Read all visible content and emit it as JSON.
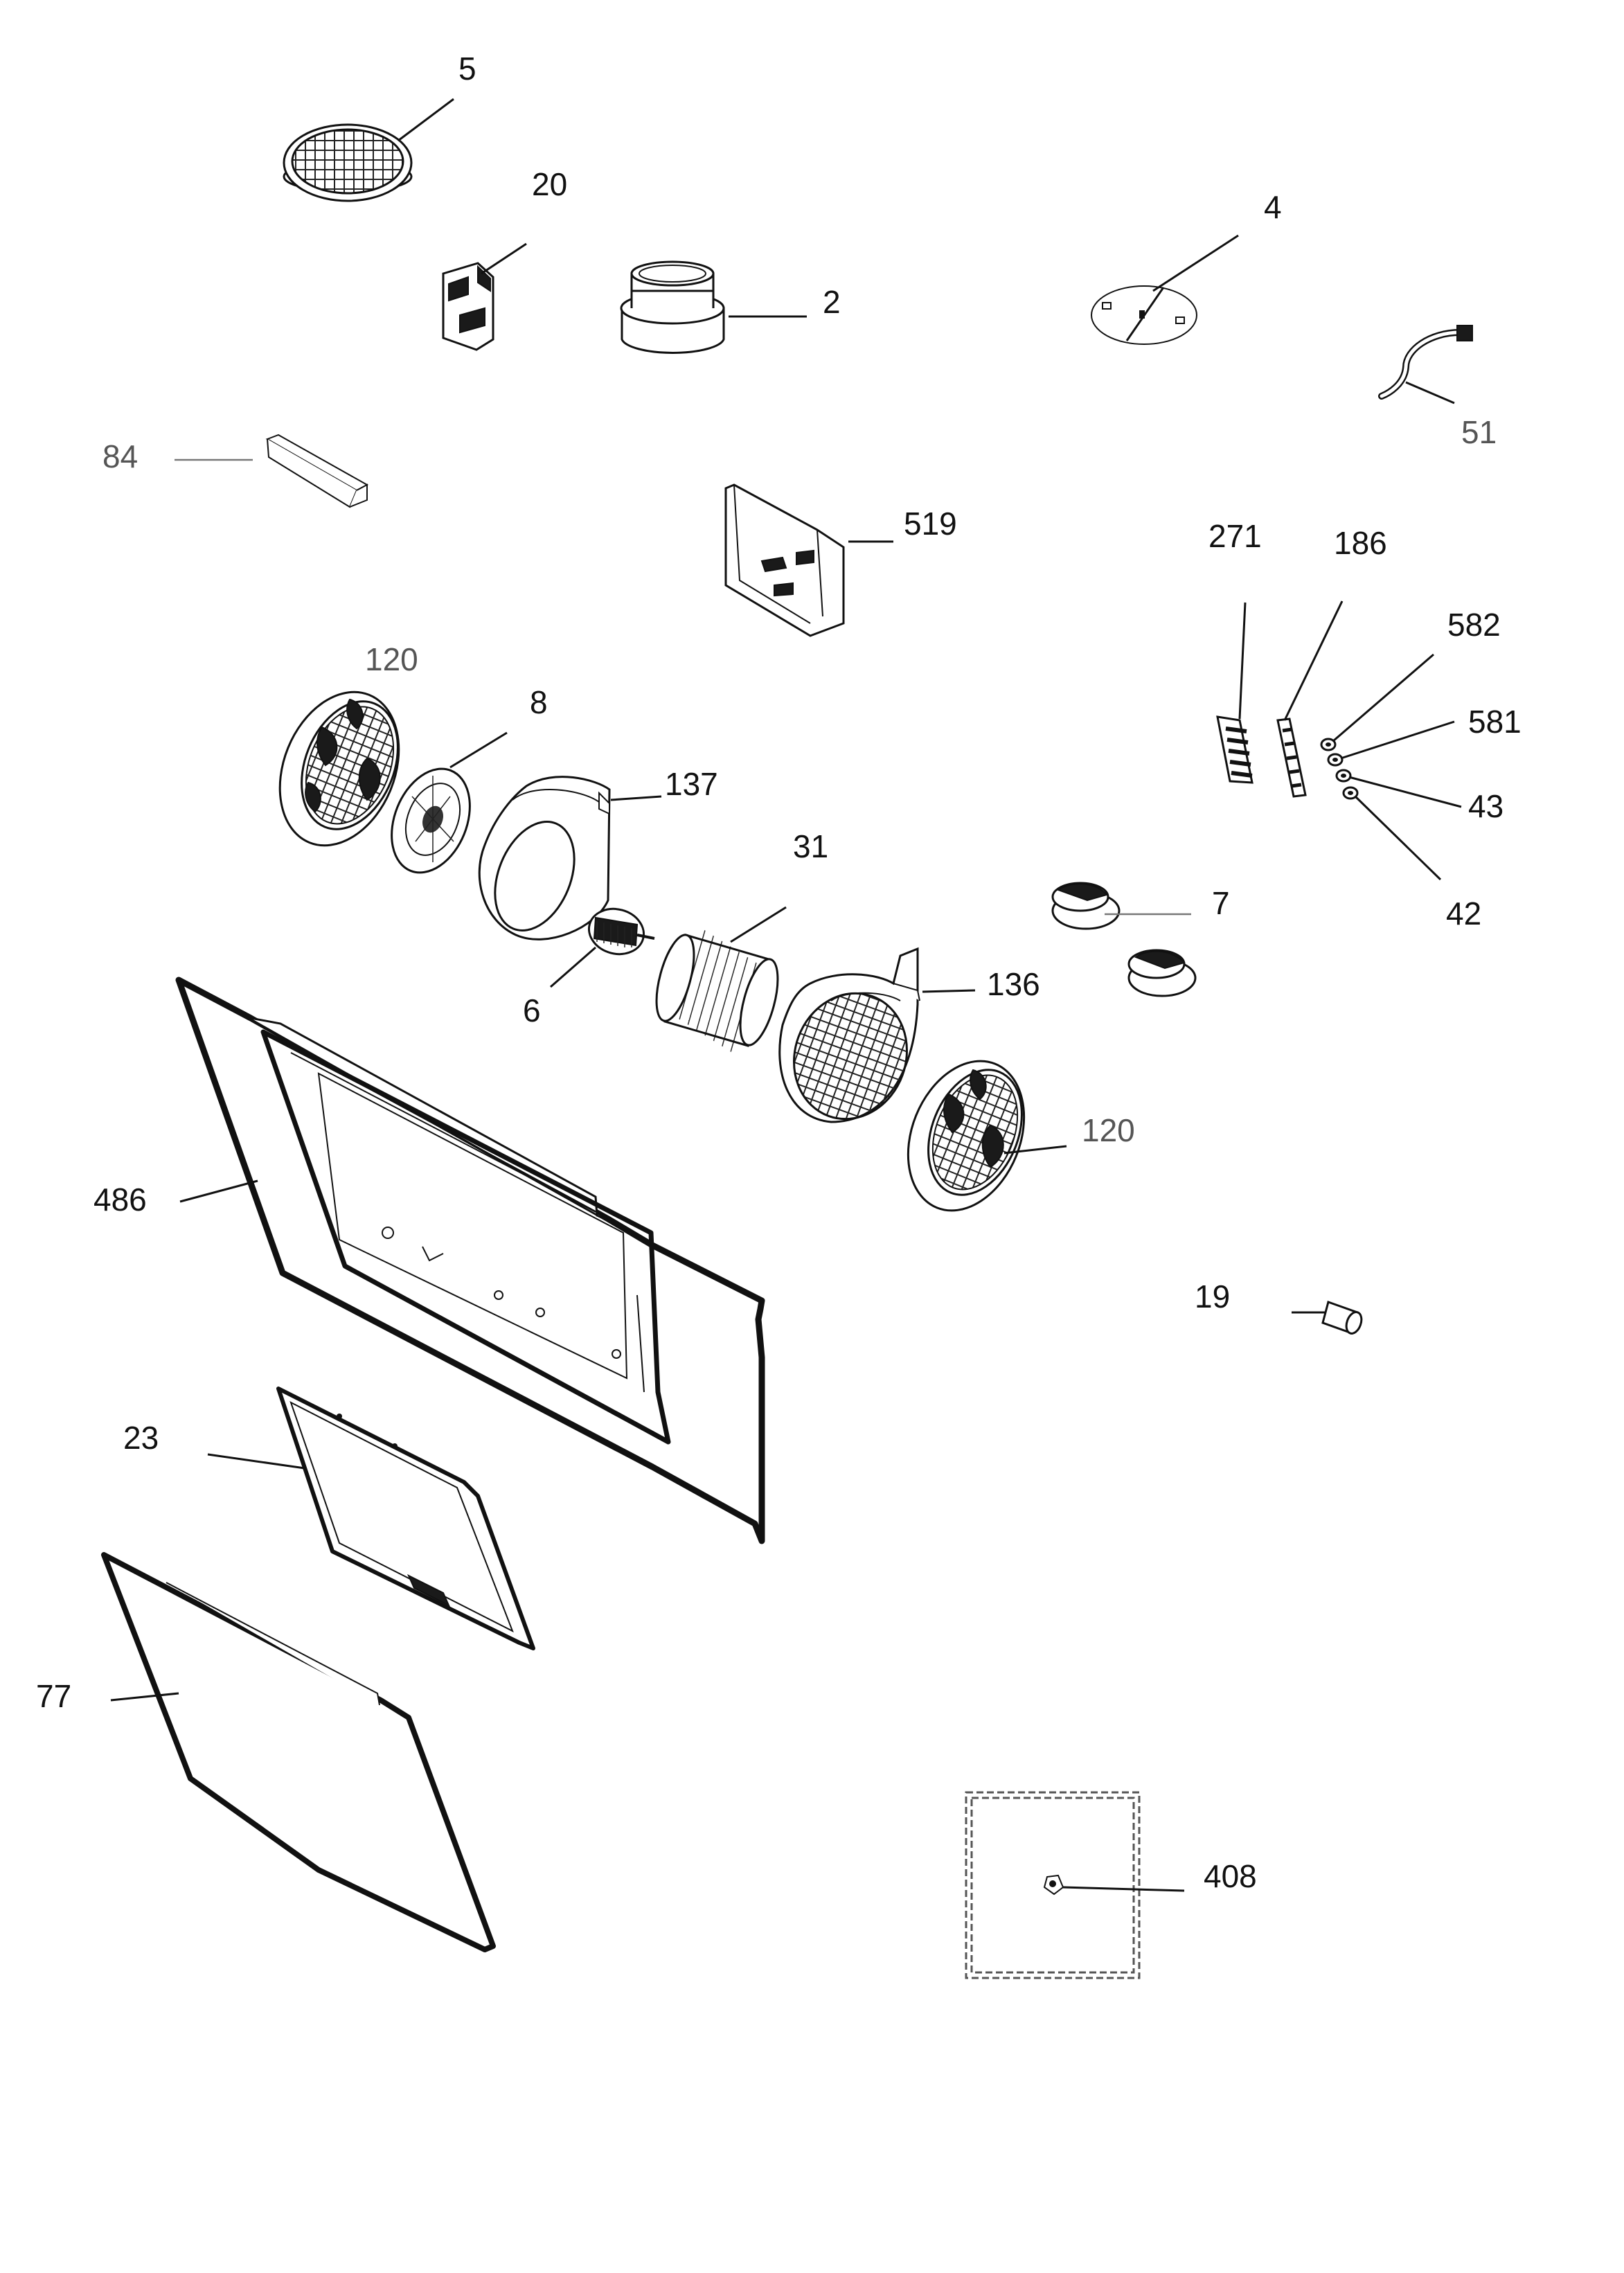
{
  "diagram": {
    "labels": [
      {
        "id": "p5",
        "text": "5"
      },
      {
        "id": "p20",
        "text": "20"
      },
      {
        "id": "p2",
        "text": "2"
      },
      {
        "id": "p4",
        "text": "4"
      },
      {
        "id": "p51",
        "text": "51"
      },
      {
        "id": "p84",
        "text": "84"
      },
      {
        "id": "p519",
        "text": "519"
      },
      {
        "id": "p271",
        "text": "271"
      },
      {
        "id": "p186",
        "text": "186"
      },
      {
        "id": "p582",
        "text": "582"
      },
      {
        "id": "p581",
        "text": "581"
      },
      {
        "id": "p43",
        "text": "43"
      },
      {
        "id": "p42",
        "text": "42"
      },
      {
        "id": "p120a",
        "text": "120"
      },
      {
        "id": "p8",
        "text": "8"
      },
      {
        "id": "p137",
        "text": "137"
      },
      {
        "id": "p6",
        "text": "6"
      },
      {
        "id": "p31",
        "text": "31"
      },
      {
        "id": "p7",
        "text": "7"
      },
      {
        "id": "p136",
        "text": "136"
      },
      {
        "id": "p120b",
        "text": "120"
      },
      {
        "id": "p486",
        "text": "486"
      },
      {
        "id": "p19",
        "text": "19"
      },
      {
        "id": "p23",
        "text": "23"
      },
      {
        "id": "p77",
        "text": "77"
      },
      {
        "id": "p408",
        "text": "408"
      }
    ]
  }
}
